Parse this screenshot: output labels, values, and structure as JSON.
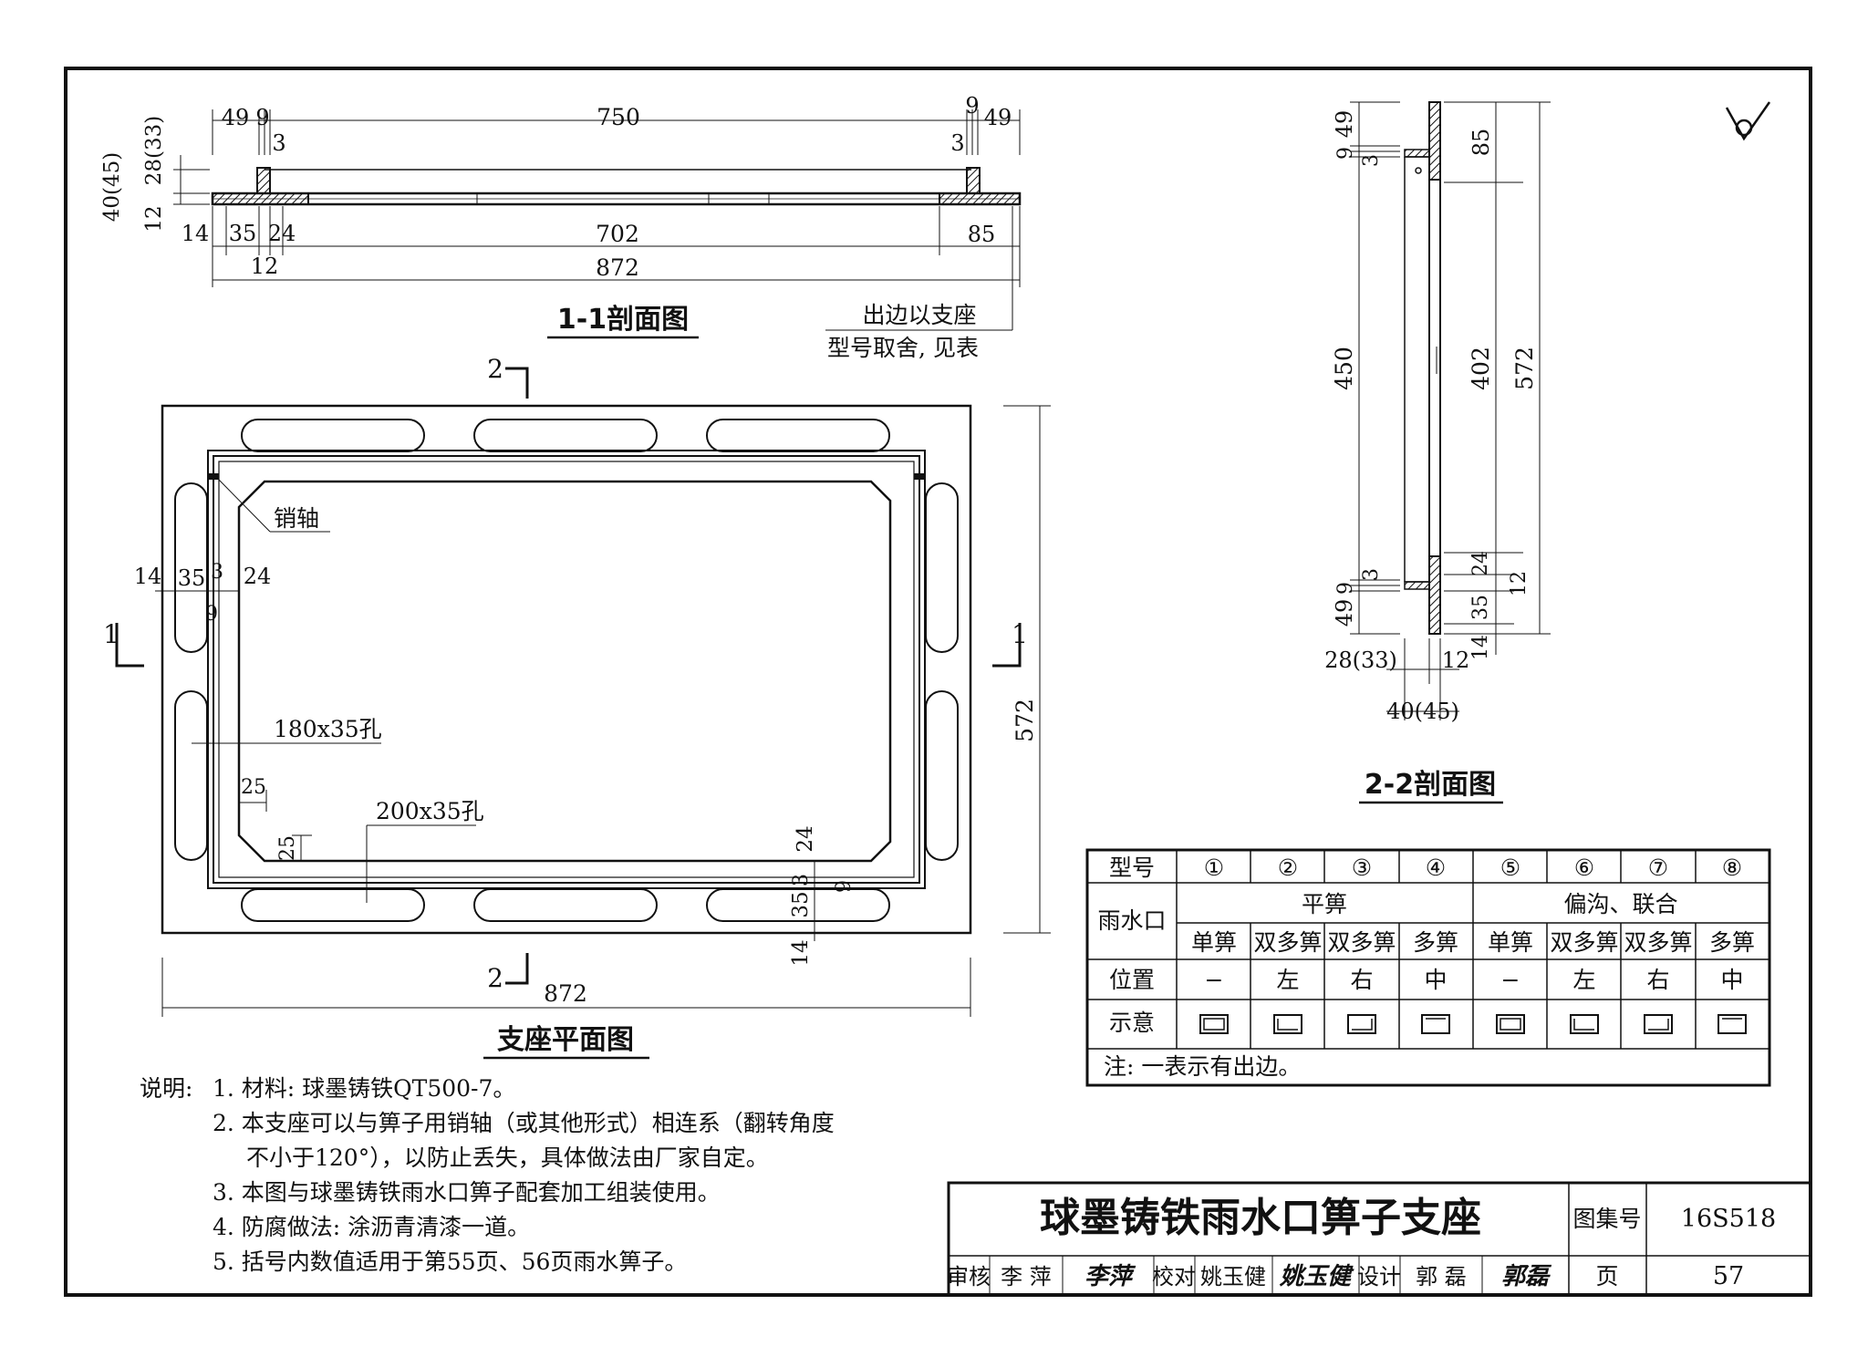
{
  "title_block": {
    "drawing_title": "球墨铸铁雨水口箅子支座",
    "atlas_label": "图集号",
    "atlas_no": "16S518",
    "page_label": "页",
    "page_no": "57",
    "review_label": "审核",
    "reviewer": "李 萍",
    "reviewer_sign": "李萍",
    "check_label": "校对",
    "checker": "姚玉健",
    "checker_sign": "姚玉健",
    "design_label": "设计",
    "designer": "郭 磊",
    "designer_sign": "郭磊"
  },
  "section_1_1": {
    "title": "1-1剖面图",
    "dims_top": [
      "49",
      "9",
      "3",
      "750",
      "9",
      "3",
      "49"
    ],
    "dims_bottom": [
      "14",
      "35",
      "24",
      "12",
      "702",
      "85",
      "872"
    ],
    "dims_left": [
      "40(45)",
      "28(33)",
      "12"
    ],
    "callout_line1": "出边以支座",
    "callout_line2": "型号取舍, 见表"
  },
  "section_2_2": {
    "title": "2-2剖面图",
    "dims_left": [
      "49",
      "9",
      "3",
      "450",
      "3",
      "9",
      "49"
    ],
    "dims_right": [
      "85",
      "402",
      "572",
      "24",
      "12",
      "35",
      "14"
    ],
    "dims_bottom": [
      "28(33)",
      "12",
      "40(45)"
    ]
  },
  "plan_view": {
    "title": "支座平面图",
    "section_mark_1": "1",
    "section_mark_2": "2",
    "pin_label": "销轴",
    "hole_label_1": "180x35孔",
    "hole_label_2": "200x35孔",
    "dims": {
      "left_chain": [
        "14",
        "35",
        "3",
        "24",
        "9"
      ],
      "corner_25a": "25",
      "corner_25b": "25",
      "bottom_chain": [
        "24",
        "3",
        "9",
        "35",
        "14"
      ],
      "width": "872",
      "height": "572"
    }
  },
  "table": {
    "header_label": "型号",
    "type_nos": [
      "①",
      "②",
      "③",
      "④",
      "⑤",
      "⑥",
      "⑦",
      "⑧"
    ],
    "inlet_label": "雨水口",
    "group1": "平箅",
    "group2": "偏沟、联合",
    "inlet_types": [
      "单箅",
      "双多箅",
      "双多箅",
      "多箅",
      "单箅",
      "双多箅",
      "双多箅",
      "多箅"
    ],
    "position_label": "位置",
    "positions": [
      "−",
      "左",
      "右",
      "中",
      "−",
      "左",
      "右",
      "中"
    ],
    "schematic_label": "示意",
    "schematic_icons": [
      "frame-all-sides-icon",
      "frame-left-edge-icon",
      "frame-right-edge-icon",
      "frame-center-edge-icon",
      "frame-all-sides-icon",
      "frame-left-edge-icon",
      "frame-right-edge-icon",
      "frame-center-edge-icon"
    ],
    "footnote": "注: 一表示有出边。"
  },
  "notes": {
    "lead": "说明:",
    "items": [
      "1. 材料: 球墨铸铁QT500-7。",
      "2. 本支座可以与箅子用销轴（或其他形式）相连系（翻转角度",
      "不小于120°），以防止丢失，具体做法由厂家自定。",
      "3. 本图与球墨铸铁雨水口箅子配套加工组装使用。",
      "4. 防腐做法: 涂沥青清漆一道。",
      "5. 括号内数值适用于第55页、56页雨水箅子。"
    ]
  },
  "symbols": {
    "surface_finish": "surface-finish-icon"
  }
}
